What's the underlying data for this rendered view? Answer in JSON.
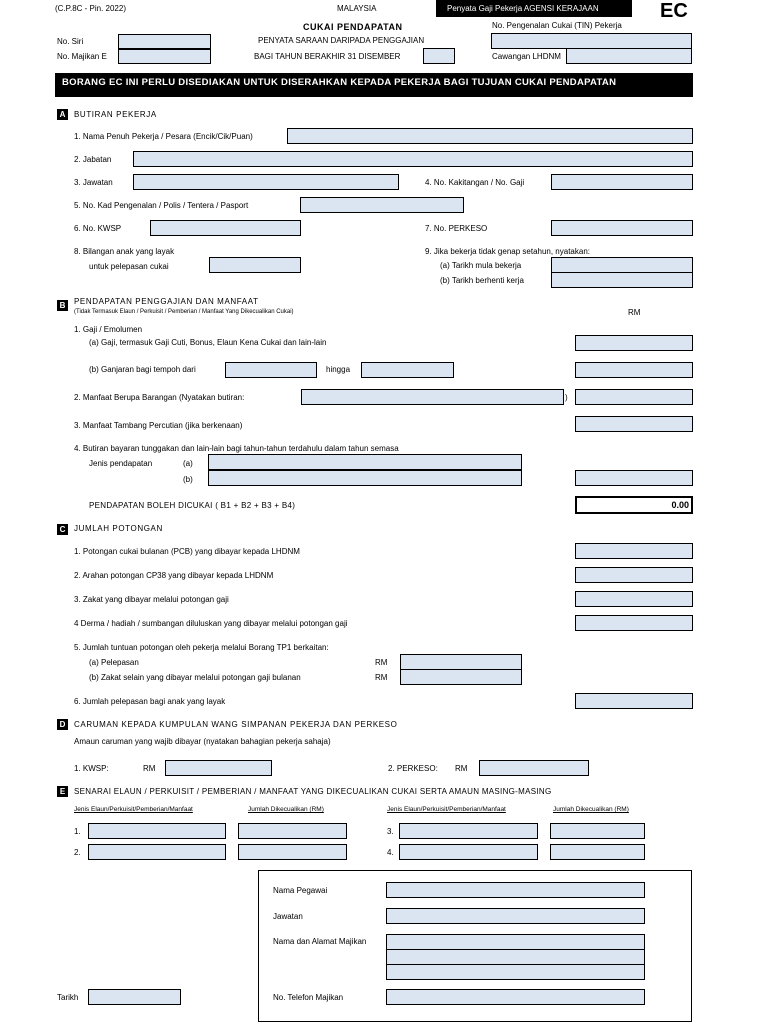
{
  "header": {
    "form_code": "(C.P.8C - Pin. 2022)",
    "country": "MALAYSIA",
    "badge": "Penyata Gaji Pekerja AGENSI KERAJAAN",
    "ec": "EC",
    "title": "CUKAI PENDAPATAN",
    "subtitle": "PENYATA SARAAN DARIPADA PENGGAJIAN",
    "year_label": "BAGI TAHUN BERAKHIR 31 DISEMBER",
    "tin_label": "No. Pengenalan Cukai (TIN) Pekerja",
    "no_siri": "No. Siri",
    "no_majikan": "No. Majikan E",
    "cawangan": "Cawangan LHDNM"
  },
  "banner": "BORANG EC INI PERLU DISEDIAKAN UNTUK DISERAHKAN KEPADA PEKERJA BAGI TUJUAN CUKAI PENDAPATAN",
  "section_a": {
    "letter": "A",
    "title": "BUTIRAN PEKERJA",
    "items": {
      "nama": "1.  Nama Penuh Pekerja / Pesara (Encik/Cik/Puan)",
      "jabatan": "2.  Jabatan",
      "jawatan": "3.  Jawatan",
      "kakitangan": "4.  No. Kakitangan / No. Gaji",
      "kp": "5.  No. Kad Pengenalan / Polis / Tentera / Pasport",
      "kwsp": "6.  No. KWSP",
      "perkeso": "7.  No. PERKESO",
      "anak_1": "8.  Bilangan anak yang layak",
      "anak_2": "untuk pelepasan cukai",
      "tidak_genap": "9.  Jika bekerja tidak genap setahun, nyatakan:",
      "mula": "(a)  Tarikh mula bekerja",
      "berhenti": "(b)  Tarikh berhenti kerja"
    }
  },
  "section_b": {
    "letter": "B",
    "title": "PENDAPATAN PENGGAJIAN DAN MANFAAT",
    "note": "(Tidak Termasuk Elaun / Perkuisit / Pemberian / Manfaat Yang Dikecualikan Cukai)",
    "rm": "RM",
    "items": {
      "gaji": "1.  Gaji / Emolumen",
      "gaji_a": "(a)  Gaji, termasuk Gaji Cuti, Bonus, Elaun Kena Cukai dan lain-lain",
      "gaji_b": "(b)  Ganjaran bagi tempoh dari",
      "hingga": "hingga",
      "barangan": "2.  Manfaat Berupa Barangan (Nyatakan butiran:",
      "paren": ")",
      "percutian": "3.  Manfaat Tambang Percutian (jika berkenaan)",
      "tunggakan": "4.  Butiran bayaran tunggakan dan lain-lain bagi tahun-tahun terdahulu dalam tahun semasa",
      "jenis": "Jenis pendapatan",
      "a": "(a)",
      "b": "(b)",
      "total_label": "PENDAPATAN BOLEH DICUKAI ( B1 + B2 + B3 + B4)",
      "total_value": "0.00"
    }
  },
  "section_c": {
    "letter": "C",
    "title": "JUMLAH POTONGAN",
    "items": {
      "pcb": "1.  Potongan cukai bulanan (PCB) yang dibayar kepada LHDNM",
      "cp38": "2.  Arahan potongan CP38 yang dibayar kepada LHDNM",
      "zakat": "3.  Zakat yang dibayar melalui potongan gaji",
      "derma": "4   Derma / hadiah / sumbangan diluluskan yang dibayar melalui potongan gaji",
      "tp1": "5.  Jumlah tuntuan potongan oleh pekerja melalui Borang TP1 berkaitan:",
      "pelepasan": "(a)  Pelepasan",
      "zakat_lain": "(b)  Zakat selain yang dibayar melalui potongan gaji bulanan",
      "rm": "RM",
      "anak": "6.  Jumlah pelepasan bagi anak yang layak"
    }
  },
  "section_d": {
    "letter": "D",
    "title": "CARUMAN KEPADA KUMPULAN WANG SIMPANAN PEKERJA DAN PERKESO",
    "subtitle": "Amaun caruman yang wajib dibayar (nyatakan bahagian pekerja sahaja)",
    "kwsp": "1.  KWSP:",
    "perkeso": "2.  PERKESO:",
    "rm": "RM"
  },
  "section_e": {
    "letter": "E",
    "title": "SENARAI ELAUN / PERKUISIT / PEMBERIAN / MANFAAT YANG DIKECUALIKAN CUKAI SERTA AMAUN MASING-MASING",
    "col_jenis": "Jenis Elaun/Perkuisit/Pemberian/Manfaat",
    "col_jumlah": "Jumlah Dikecualikan (RM)",
    "n1": "1.",
    "n2": "2.",
    "n3": "3.",
    "n4": "4."
  },
  "footer": {
    "nama": "Nama Pegawai",
    "jawatan": "Jawatan",
    "alamat": "Nama dan Alamat Majikan",
    "telefon": "No. Telefon Majikan",
    "tarikh": "Tarikh"
  },
  "colors": {
    "field": "#dbe5f1",
    "banner": "#000000"
  }
}
